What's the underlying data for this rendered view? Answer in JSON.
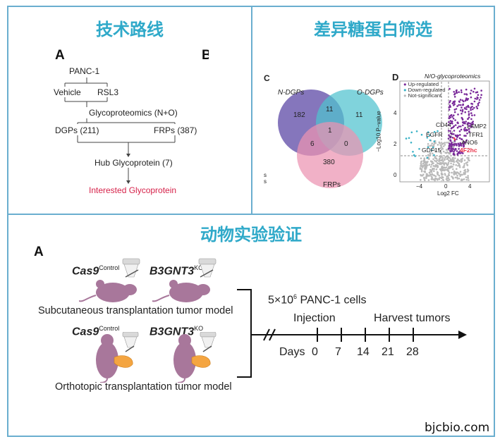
{
  "panels": {
    "route": {
      "title": "技术路线",
      "letter_a": "A",
      "letter_b_fragment": "B",
      "flow": {
        "start": "PANC-1",
        "vehicle": "Vehicle",
        "rsl3": "RSL3",
        "glycoproteomics": "Glycoproteomics (N+O)",
        "dgps": "DGPs (211)",
        "frps": "FRPs (387)",
        "hub": "Hub Glycoprotein (7)",
        "interested": "Interested Glycoprotein"
      }
    },
    "screening": {
      "title": "差异糖蛋白筛选",
      "letter_c": "C",
      "letter_d": "D",
      "venn": {
        "set_a": "N-DGPs",
        "set_b": "O-DGPs",
        "set_c": "FRPs",
        "regions": {
          "a_only": "182",
          "b_only": "11",
          "c_only": "380",
          "ab": "11",
          "ac": "6",
          "bc": "0",
          "abc": "1"
        },
        "edge_marks": "s\ns",
        "colors": {
          "a": "#6a58ad",
          "b": "#4fc2cf",
          "c": "#ec93b2"
        }
      },
      "volcano": {
        "title": "N/O-glycoproteomics",
        "legend": [
          "Up-regulated",
          "Down-regulated",
          "Not-significant"
        ],
        "ylabel": "−Log10 P−value",
        "xlabel": "Log2 FC",
        "yticks": [
          "4",
          "2",
          "0"
        ],
        "xticks": [
          "−4",
          "0",
          "4"
        ],
        "gene_labels": [
          "CD44",
          "EGFR",
          "GDF15",
          "LAMP2",
          "TFR1",
          "ANO6",
          "4F2hc"
        ],
        "colors": {
          "up": "#7a2a9a",
          "down": "#3ab2c6",
          "ns": "#b9b9b9",
          "highlight": "#e8334a"
        }
      }
    },
    "animal": {
      "title": "动物实验验证",
      "letter_a": "A",
      "group1": "Cas9",
      "group1_sup": "Control",
      "group2": "B3GNT3",
      "group2_sup": "KO",
      "model_subcutaneous": "Subcutaneous transplantation tumor model",
      "model_orthotopic": "Orthotopic transplantation tumor model",
      "cells_prefix": "5×10",
      "cells_exp": "6",
      "cells_suffix": " PANC-1 cells",
      "injection": "Injection",
      "harvest": "Harvest tumors",
      "days_label": "Days",
      "day_ticks": [
        "0",
        "7",
        "14",
        "21",
        "28"
      ]
    }
  },
  "watermark": "bjcbio.com"
}
